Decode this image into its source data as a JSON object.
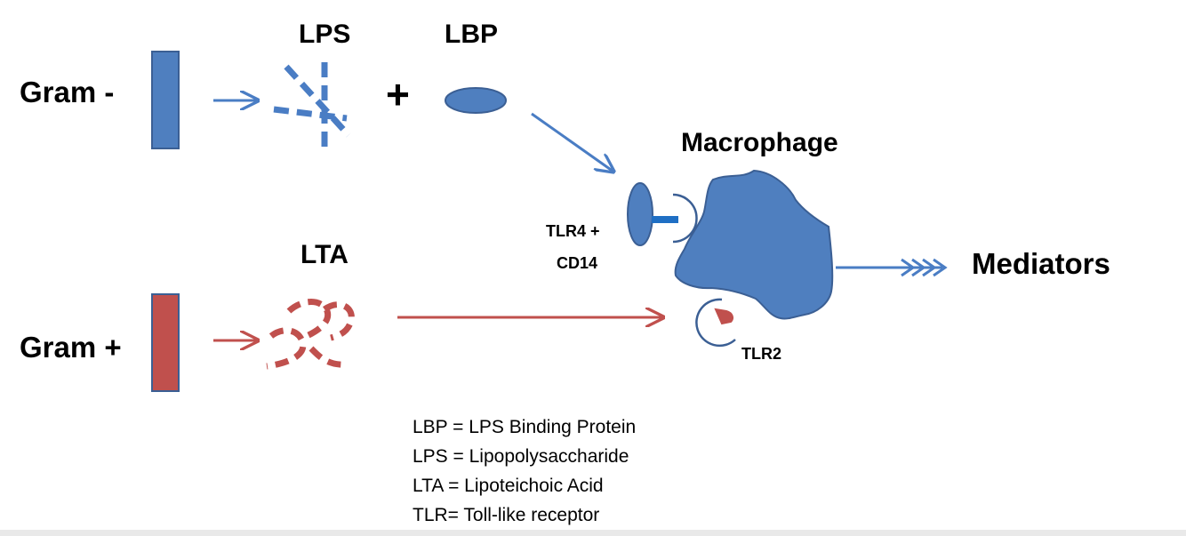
{
  "labels": {
    "gram_negative": "Gram -",
    "gram_positive": "Gram +",
    "lps": "LPS",
    "lbp": "LBP",
    "plus": "+",
    "lta": "LTA",
    "macrophage": "Macrophage",
    "tlr4_line1": "TLR4 +",
    "tlr4_line2": "CD14",
    "tlr2": "TLR2",
    "mediators": "Mediators"
  },
  "legend": [
    "LBP = LPS Binding Protein",
    "LPS = Lipopolysaccharide",
    "LTA = Lipoteichoic Acid",
    "TLR= Toll-like receptor"
  ],
  "colors": {
    "blue_fill": "#4f7fbf",
    "blue_stroke": "#3b5f94",
    "blue_arrow": "#4a7dc4",
    "blue_bar": "#1f6fc4",
    "red_fill": "#c0504d",
    "red_stroke": "#b33c3c",
    "red_arrow": "#c0504d"
  }
}
